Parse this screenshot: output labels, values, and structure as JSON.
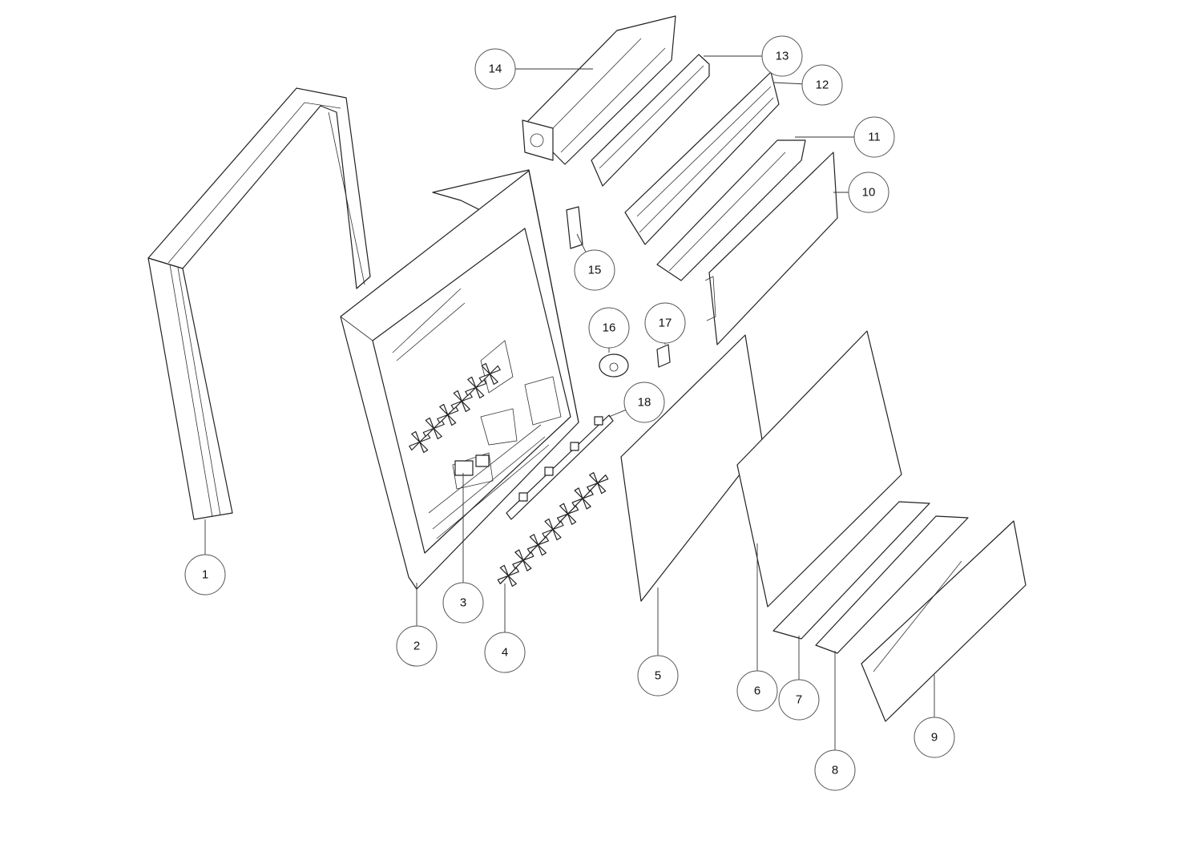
{
  "diagram": {
    "type": "exploded-parts-view",
    "callouts": [
      {
        "label": "1"
      },
      {
        "label": "2"
      },
      {
        "label": "3"
      },
      {
        "label": "4"
      },
      {
        "label": "5"
      },
      {
        "label": "6"
      },
      {
        "label": "7"
      },
      {
        "label": "8"
      },
      {
        "label": "9"
      },
      {
        "label": "10"
      },
      {
        "label": "11"
      },
      {
        "label": "12"
      },
      {
        "label": "13"
      },
      {
        "label": "14"
      },
      {
        "label": "15"
      },
      {
        "label": "16"
      },
      {
        "label": "17"
      },
      {
        "label": "18"
      }
    ]
  }
}
